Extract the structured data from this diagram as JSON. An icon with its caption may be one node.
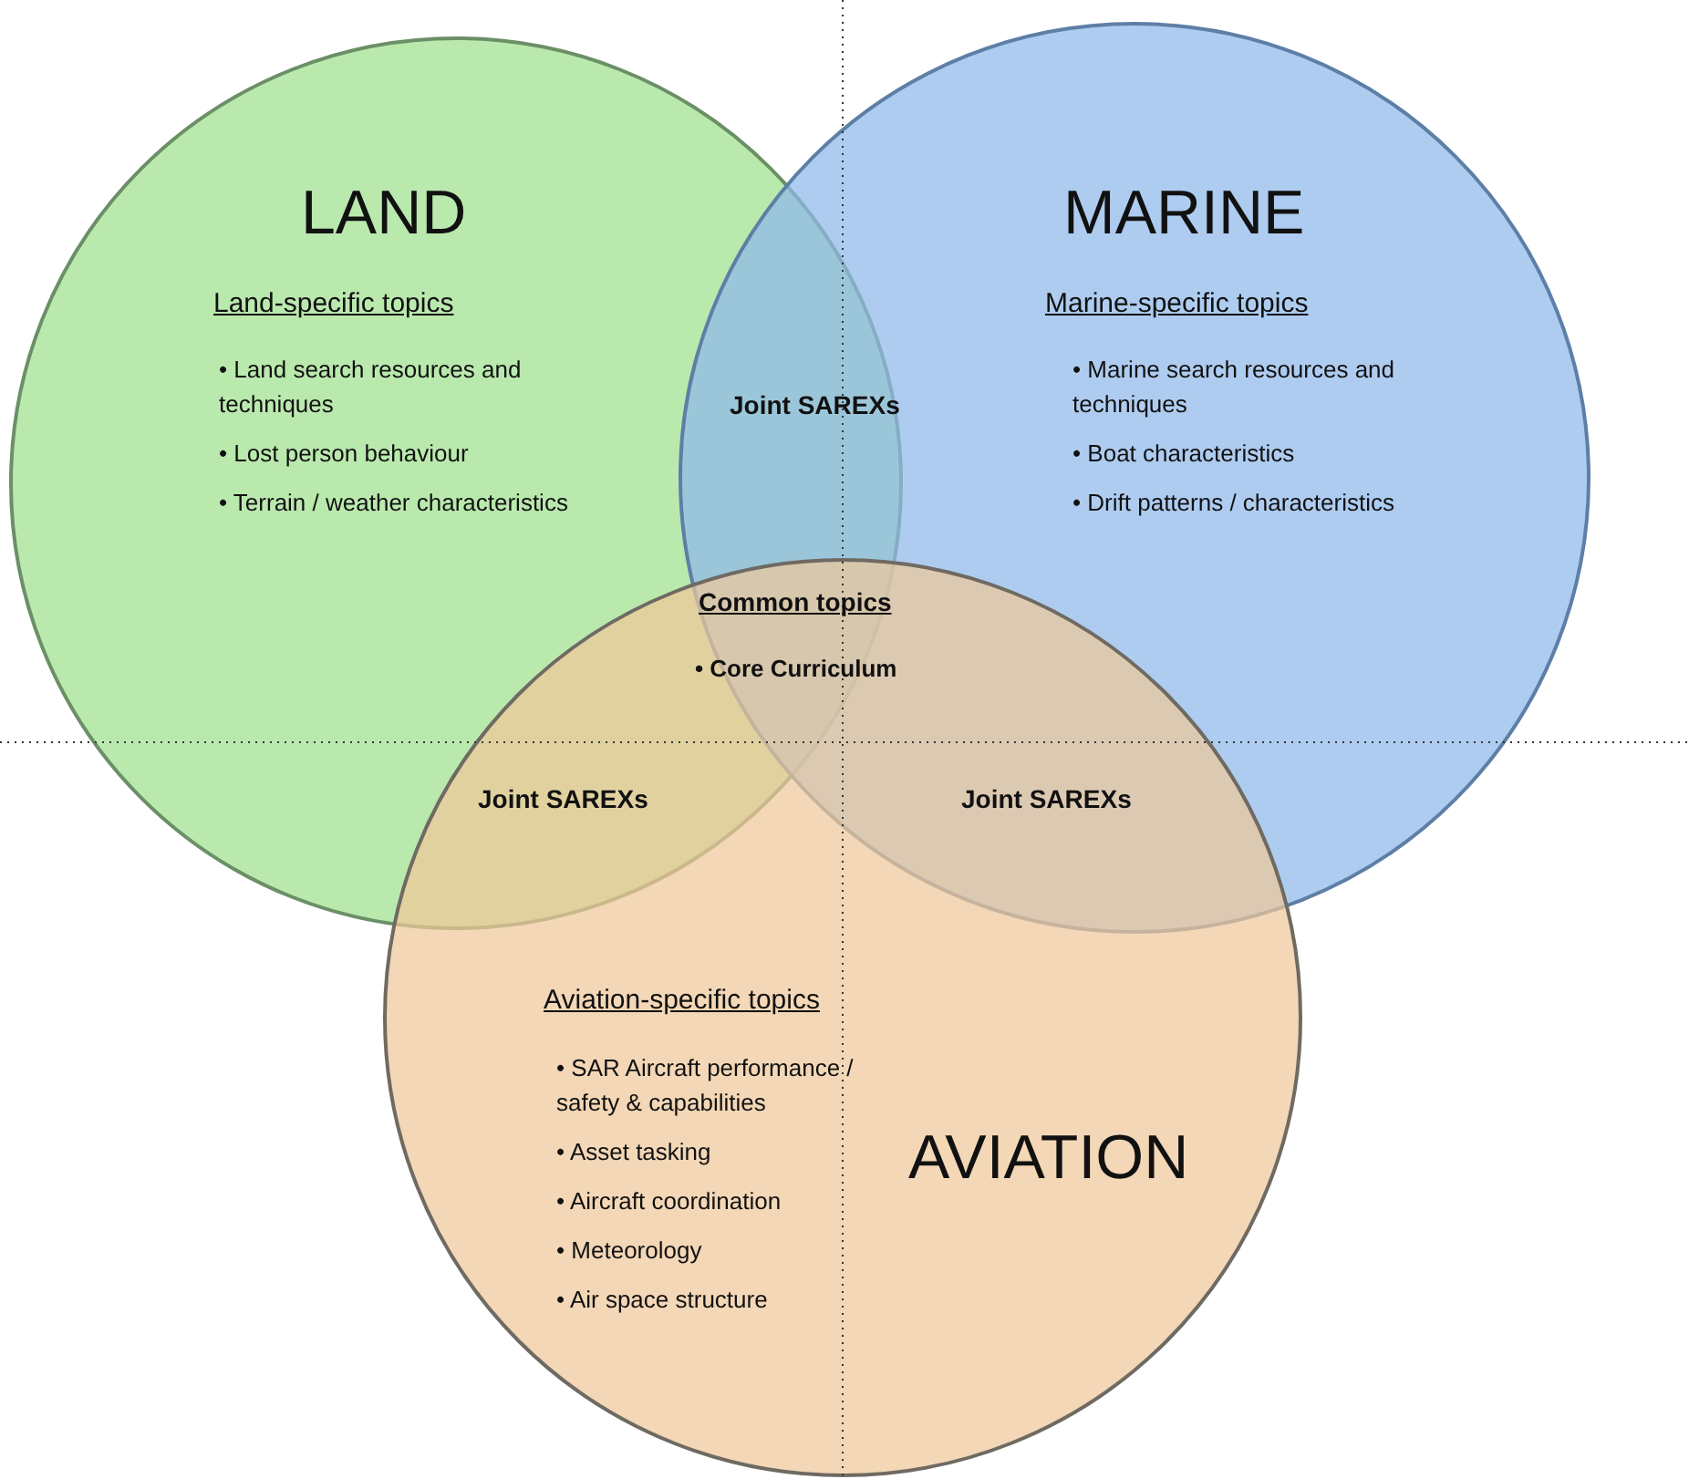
{
  "diagram": {
    "nodes": [
      {
        "text": [
          "LAND",
          "Land-specific topics",
          "• Land search resources and techniques",
          "• Lost person behaviour",
          "• Terrain / weather characteristics"
        ]
      },
      {
        "text": [
          "MARINE",
          "Marine-specific topics",
          "• Marine search resources and techniques",
          "• Boat characteristics",
          "• Drift patterns /  characteristics"
        ]
      },
      {
        "text": [
          "AVIATION",
          "Aviation-specific topics",
          "• SAR Aircraft performance / safety & capabilities",
          "• Asset tasking",
          "• Aircraft coordination",
          "• Meteorology",
          "• Air space structure"
        ]
      }
    ],
    "labels": [
      "Joint SAREXs",
      "Common topics",
      "• Core Curriculum",
      "Joint SAREXs",
      "Joint SAREXs"
    ]
  }
}
